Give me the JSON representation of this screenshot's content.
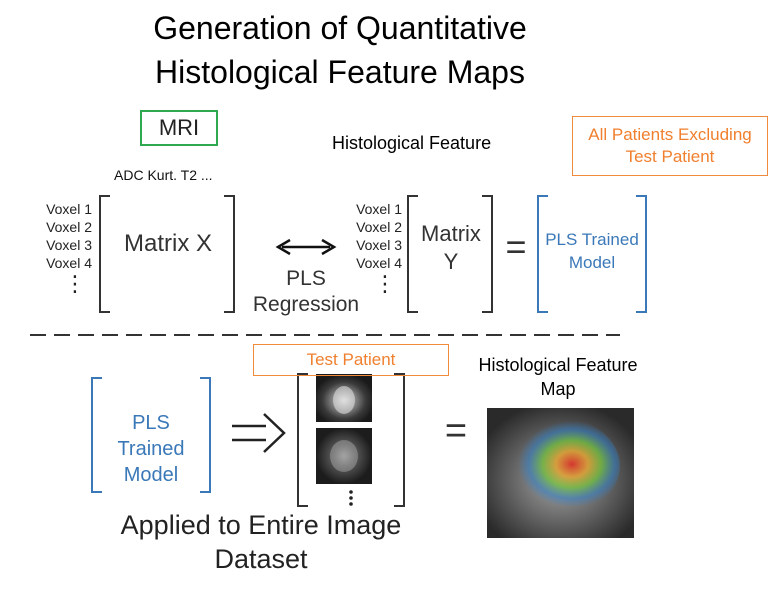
{
  "title": {
    "line1": "Generation of Quantitative",
    "line2": "Histological Feature Maps"
  },
  "top": {
    "mri_label": "MRI",
    "features_label": "ADC  Kurt.  T2 ...",
    "voxels_left": [
      "Voxel 1",
      "Voxel 2",
      "Voxel 3",
      "Voxel 4"
    ],
    "matrix_x": "Matrix X",
    "pls_regression_line1": "PLS",
    "pls_regression_line2": "Regression",
    "histological_feature": "Histological Feature",
    "voxels_right": [
      "Voxel 1",
      "Voxel 2",
      "Voxel 3",
      "Voxel 4"
    ],
    "matrix_y_line1": "Matrix",
    "matrix_y_line2": "Y",
    "equals": "=",
    "pls_trained_line1": "PLS Trained",
    "pls_trained_line2": "Model",
    "all_patients_line1": "All Patients Excluding",
    "all_patients_line2": "Test Patient"
  },
  "bottom": {
    "pls_trained_line1": "PLS Trained",
    "pls_trained_line2": "Model",
    "test_patient": "Test Patient",
    "equals": "=",
    "map_title_line1": "Histological Feature",
    "map_title_line2": "Map",
    "applied_line1": "Applied to Entire Image",
    "applied_line2": "Dataset"
  },
  "colors": {
    "mri_border": "#2fa84f",
    "orange": "#f07f2e",
    "blue": "#3a78b8",
    "bracket": "#333333"
  }
}
